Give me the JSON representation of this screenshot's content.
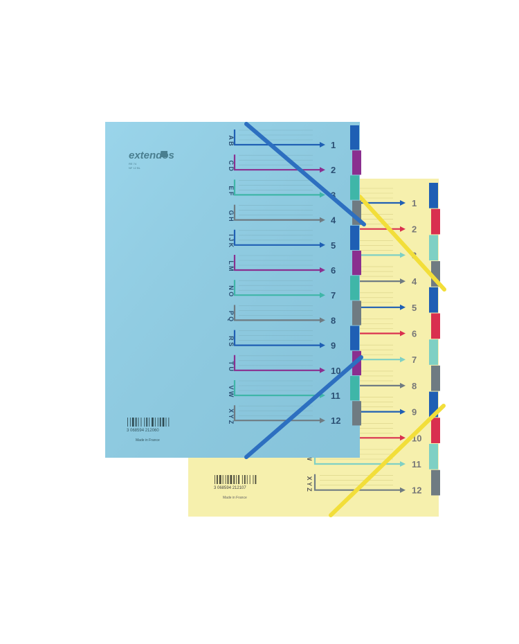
{
  "blue_folder": {
    "brand": "extendos",
    "small_code_1": "RE 74",
    "small_code_2": "NF 12 BL",
    "barcode_number": "3 068594 212060",
    "made_in": "Made in France",
    "sections": [
      {
        "letters": [
          "A",
          "B"
        ],
        "number": "1",
        "color": "#1f5fb4"
      },
      {
        "letters": [
          "C",
          "D"
        ],
        "number": "2",
        "color": "#8a2f8f"
      },
      {
        "letters": [
          "E",
          "F"
        ],
        "number": "3",
        "color": "#3fb6a8"
      },
      {
        "letters": [
          "G",
          "H"
        ],
        "number": "4",
        "color": "#6f7b82"
      },
      {
        "letters": [
          "I",
          "J",
          "K"
        ],
        "number": "5",
        "color": "#1f5fb4"
      },
      {
        "letters": [
          "L",
          "M"
        ],
        "number": "6",
        "color": "#8a2f8f"
      },
      {
        "letters": [
          "N",
          "O"
        ],
        "number": "7",
        "color": "#3fb6a8"
      },
      {
        "letters": [
          "P",
          "Q"
        ],
        "number": "8",
        "color": "#6f7b82"
      },
      {
        "letters": [
          "R",
          "S"
        ],
        "number": "9",
        "color": "#1f5fb4"
      },
      {
        "letters": [
          "T",
          "U"
        ],
        "number": "10",
        "color": "#8a2f8f"
      },
      {
        "letters": [
          "V",
          "W"
        ],
        "number": "11",
        "color": "#3fb6a8"
      },
      {
        "letters": [
          "X",
          "Y",
          "Z"
        ],
        "number": "12",
        "color": "#6f7b82"
      }
    ]
  },
  "yellow_folder": {
    "barcode_number": "3 068594 212107",
    "made_in": "Made in France",
    "sections": [
      {
        "number": "1",
        "color": "#1f5fb4"
      },
      {
        "number": "2",
        "color": "#d9304f"
      },
      {
        "number": "3",
        "color": "#7fd0c4"
      },
      {
        "number": "4",
        "color": "#6f7b82"
      },
      {
        "number": "5",
        "color": "#1f5fb4"
      },
      {
        "number": "6",
        "color": "#d9304f"
      },
      {
        "number": "7",
        "color": "#7fd0c4"
      },
      {
        "number": "8",
        "color": "#6f7b82"
      },
      {
        "number": "9",
        "color": "#1f5fb4"
      },
      {
        "number": "10",
        "color": "#d9304f"
      },
      {
        "letters": [
          "W"
        ],
        "number": "11",
        "color": "#7fd0c4"
      },
      {
        "letters": [
          "X",
          "Y",
          "Z"
        ],
        "number": "12",
        "color": "#6f7b82"
      }
    ]
  },
  "colors": {
    "blue_cover": "#8fd0e8",
    "yellow_cover": "#f6f0ad",
    "blue_strap": "#2d6fc0",
    "yellow_strap": "#f2de3a"
  }
}
